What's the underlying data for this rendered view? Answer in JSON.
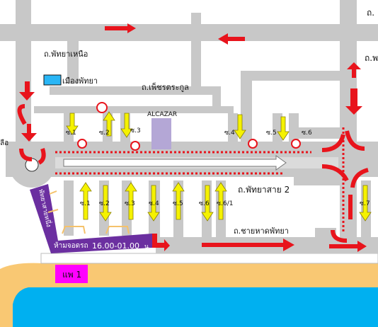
{
  "labels": {
    "top_right_cut": "ถ.",
    "right_cut": "ถ.พ",
    "pattaya_nuea": "ถ.พัทยาเหนือ",
    "mueang_pattaya": "เมืองพัทยา",
    "phet_krakul": "ถ.เพ็ชรตระกูล",
    "alcazar": "ALCAZAR",
    "left_cut": "ลือ",
    "pattaya_sai_2": "ถ.พัทยาสาย 2",
    "chai_hat": "ถ.ชายหาดพัทยา",
    "no_parking": "ห้ามจอดรถ",
    "time_range": "16.00-01.00",
    "time_unit": "น.",
    "purple_road": "พัทยาสายหนึ่ง",
    "pier": "แพ 1"
  },
  "sois_upper": [
    {
      "label": "ซ.1"
    },
    {
      "label": "ซ.2"
    },
    {
      "label": "ซ.3"
    },
    {
      "label": "ซ.4"
    },
    {
      "label": "ซ.5"
    },
    {
      "label": "ซ.6"
    }
  ],
  "sois_lower": [
    {
      "label": "ซ.1"
    },
    {
      "label": "ซ.2"
    },
    {
      "label": "ซ.3"
    },
    {
      "label": "ซ.4"
    },
    {
      "label": "ซ.5"
    },
    {
      "label": "ซ.6"
    },
    {
      "label": "ซ.6/1"
    },
    {
      "label": "ซ.7"
    }
  ],
  "colors": {
    "road": "#c8c8c8",
    "arrow_red": "#e8141c",
    "arrow_yellow": "#f5f200",
    "purple": "#6b2fa0",
    "sea": "#00b0f0",
    "sand": "#f9c873",
    "pier": "#ff00ff",
    "alcazar": "#b4a7d6",
    "pattaya_box": "#29b6f6"
  }
}
